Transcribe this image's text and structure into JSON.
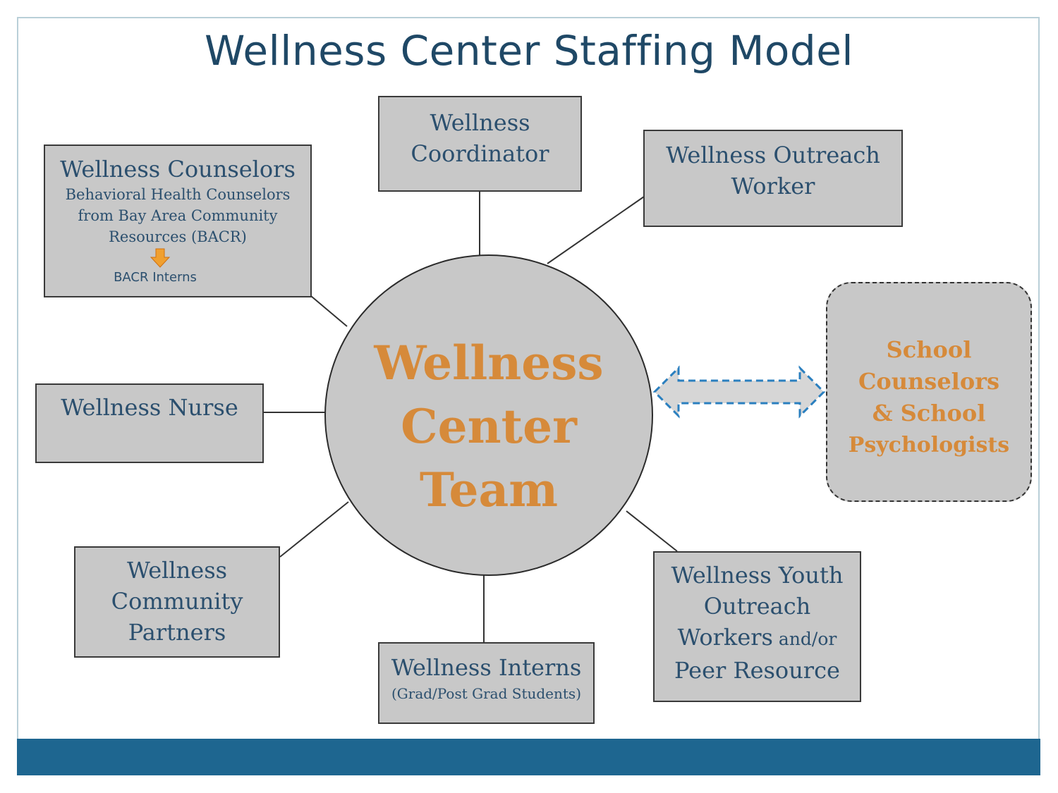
{
  "title": "Wellness Center Staffing Model",
  "center": {
    "lines": [
      "Wellness",
      "Center",
      "Team"
    ]
  },
  "boxes": {
    "coordinator": {
      "lines": [
        "Wellness",
        "Coordinator"
      ]
    },
    "outreach_worker": {
      "lines": [
        "Wellness Outreach",
        "Worker"
      ]
    },
    "counselors": {
      "main": "Wellness Counselors",
      "sub": [
        "Behavioral Health Counselors",
        "from Bay Area Community",
        "Resources (BACR)"
      ],
      "interns_label": "BACR Interns"
    },
    "nurse": {
      "main": "Wellness Nurse"
    },
    "community_partners": {
      "lines": [
        "Wellness",
        "Community",
        "Partners"
      ]
    },
    "interns": {
      "main": "Wellness Interns",
      "sub": "(Grad/Post Grad Students)"
    },
    "youth_outreach": {
      "line1": "Wellness Youth",
      "line2": "Outreach",
      "line3_main": "Workers",
      "line3_small": " and/or",
      "line4": "Peer Resource"
    }
  },
  "school_staff": {
    "lines": [
      "School",
      "Counselors",
      "& School",
      "Psychologists"
    ]
  },
  "colors": {
    "title": "#1f4866",
    "box_text": "#2b4f6e",
    "accent_orange": "#d68a3a",
    "box_fill": "#c8c8c8",
    "footer_bar": "#1e6690",
    "arrow_dash": "#2a7fbf"
  }
}
